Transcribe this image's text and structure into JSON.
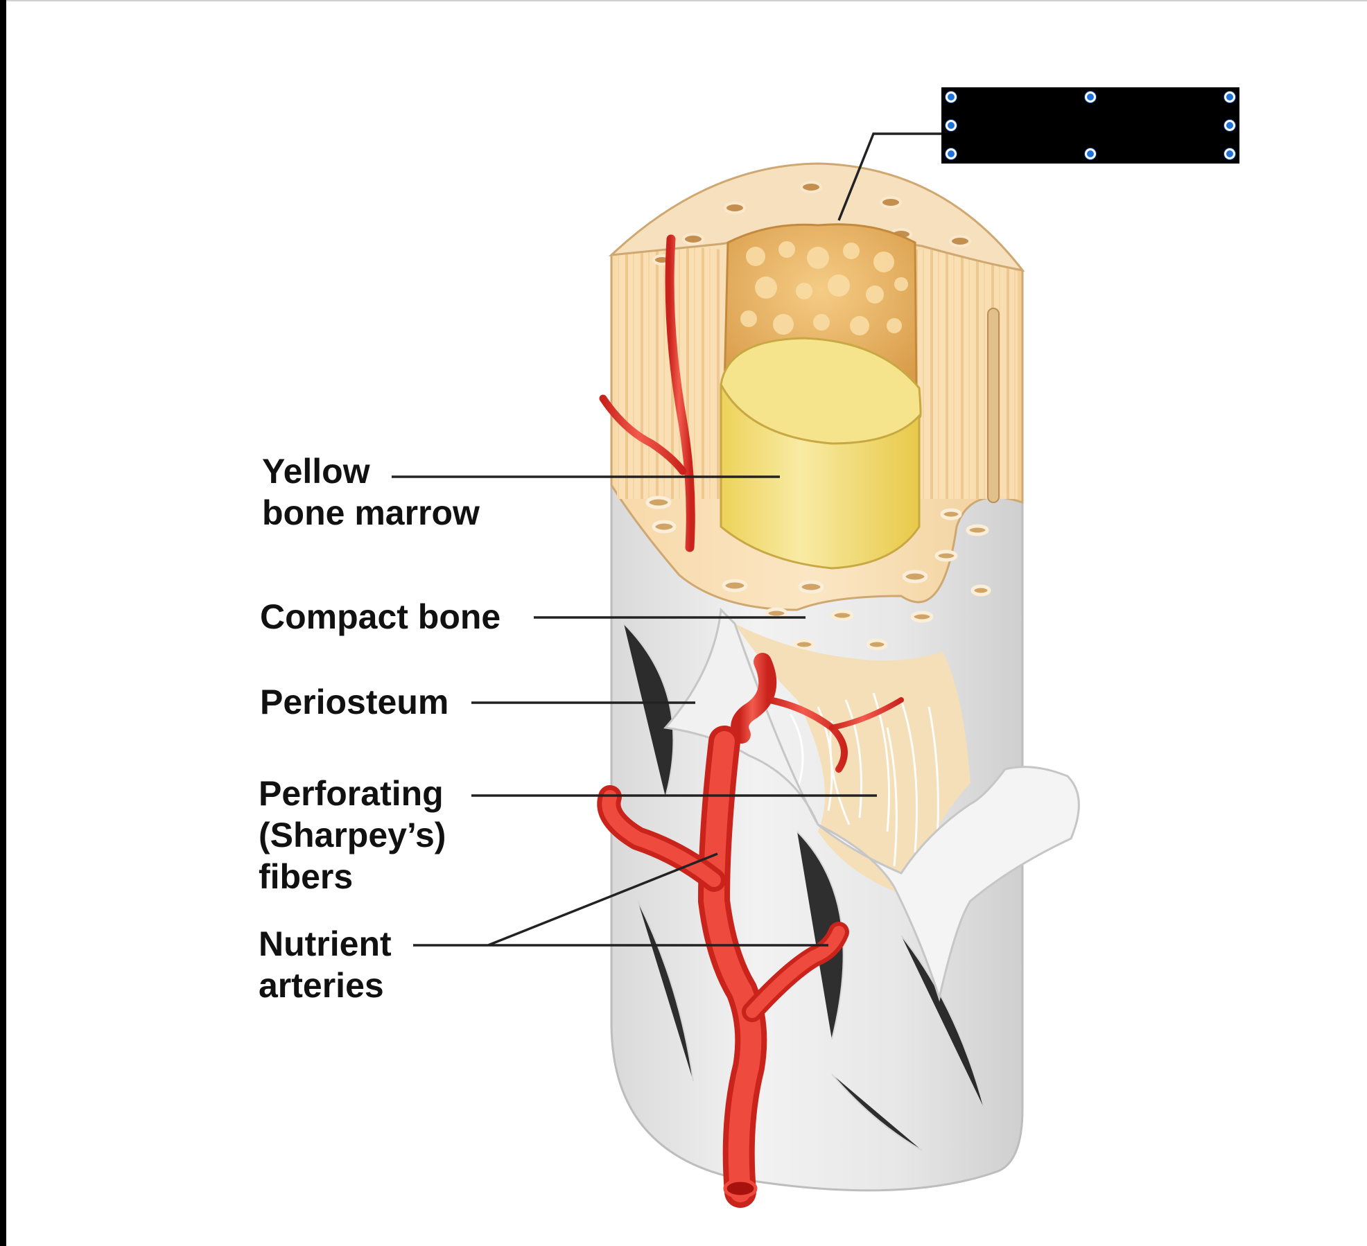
{
  "labels": {
    "yellow_marrow_line1": "Yellow",
    "yellow_marrow_line2": "bone marrow",
    "compact_bone": "Compact bone",
    "periosteum": "Periosteum",
    "perforating_line1": "Perforating",
    "perforating_line2": "(Sharpey’s)",
    "perforating_line3": "fibers",
    "nutrient_line1": "Nutrient",
    "nutrient_line2": "arteries"
  },
  "hidden_label_box": {
    "text": ""
  },
  "colors": {
    "artery": "#e8332a",
    "artery_dark": "#b81c17",
    "periosteum": "#e6e6e6",
    "compact_bone": "#f3d9b0",
    "yellow_marrow": "#f2dc6e",
    "spongy_bone": "#e9b96a",
    "selection_handle": "#1e73d8"
  }
}
